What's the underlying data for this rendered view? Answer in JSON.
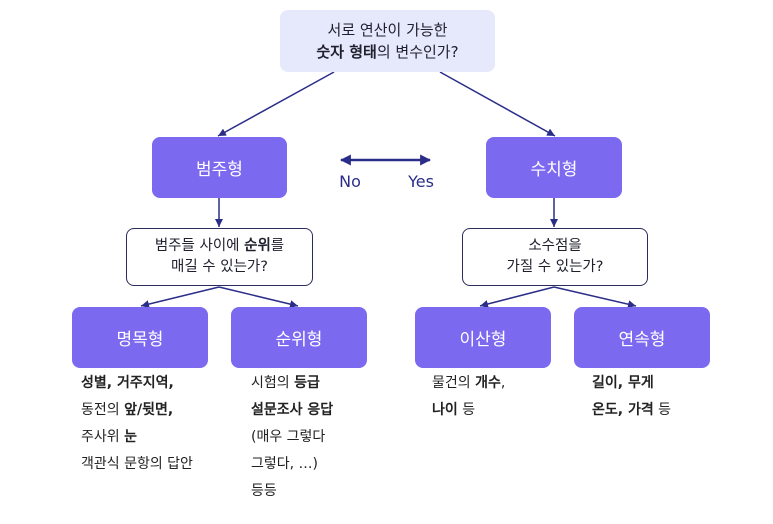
{
  "root": {
    "line1": "서로 연산이 가능한",
    "line2": [
      "숫자 형태",
      "의 변수인가?"
    ]
  },
  "branch_labels": {
    "no": "No",
    "yes": "Yes"
  },
  "categorical": {
    "label": "범주형",
    "question": {
      "line1": [
        "범주들 사이에 ",
        "순위",
        "를"
      ],
      "line2": "매길 수 있는가?"
    }
  },
  "numerical": {
    "label": "수치형",
    "question": {
      "line1": "소수점을",
      "line2": "가질 수 있는가?"
    }
  },
  "nominal": {
    "label": "명목형",
    "examples": [
      [
        "성별, 거주지역,"
      ],
      [
        "동전의 ",
        "앞/뒷면,"
      ],
      [
        "주사위 ",
        "눈"
      ],
      [
        "객관식 문항의 답안"
      ]
    ]
  },
  "ordinal": {
    "label": "순위형",
    "examples": [
      [
        "시험의 ",
        "등급"
      ],
      [
        "설문조사 응답"
      ],
      [
        "(매우 그렇다"
      ],
      [
        "그렇다, …)"
      ],
      [
        "등등"
      ]
    ]
  },
  "discrete": {
    "label": "이산형",
    "examples": [
      [
        "물건의 ",
        "개수",
        ","
      ],
      [
        "나이",
        " 등"
      ]
    ]
  },
  "continuous": {
    "label": "연속형",
    "examples": [
      [
        "길이, 무게"
      ],
      [
        "온도, 가격",
        " 등"
      ]
    ]
  },
  "colors": {
    "type_box": "#7B6AF0",
    "root_box": "#E6E8FB",
    "connector": "#2B2E88",
    "text": "#1F1F2E"
  }
}
